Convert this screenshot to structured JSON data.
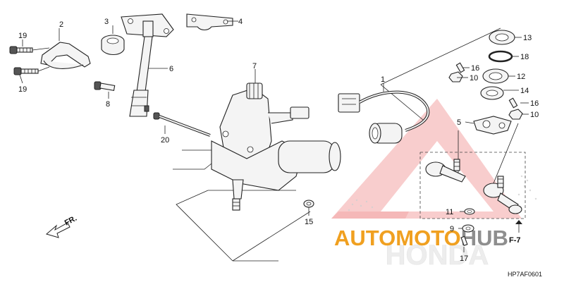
{
  "callouts": {
    "c1": "1",
    "c2": "2",
    "c3": "3",
    "c4": "4",
    "c5": "5",
    "c6": "6",
    "c7": "7",
    "c8": "8",
    "c9": "9",
    "c10a": "10",
    "c10b": "10",
    "c11": "11",
    "c12": "12",
    "c13": "13",
    "c14": "14",
    "c15": "15",
    "c16a": "16",
    "c16b": "16",
    "c17": "17",
    "c18": "18",
    "c19a": "19",
    "c19b": "19",
    "c20": "20"
  },
  "direction_label": "FR.",
  "ref_label": "F-7",
  "diagram_code": "HP7AF0601",
  "watermark": {
    "text": "AUTOMOTOHUB",
    "text_part1": "AUTOMOTO",
    "text_part2": "HUB",
    "brand": "HONDA",
    "color_main": "#f0a020",
    "color_red": "#e03a3a",
    "color_gray": "#9a9a9a"
  }
}
